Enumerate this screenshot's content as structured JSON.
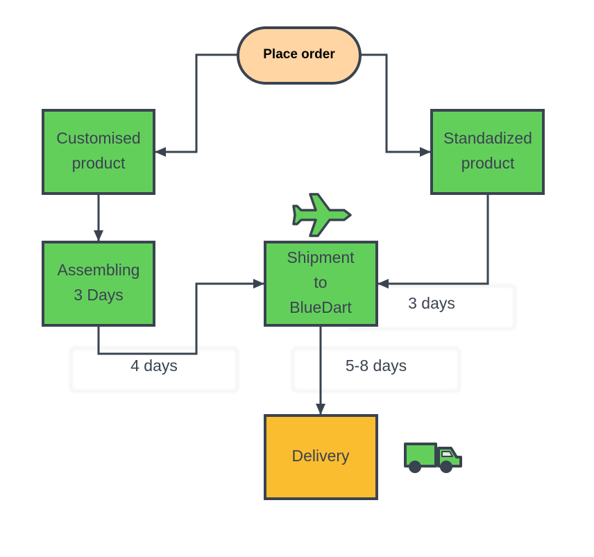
{
  "colors": {
    "process": "#63cf5b",
    "start": "#ffd5a3",
    "end": "#fbbd30",
    "stroke": "#3a4350"
  },
  "nodes": {
    "place_order": "Place order",
    "customised": [
      "Customised",
      "product"
    ],
    "standardized": [
      "Standadized",
      "product"
    ],
    "assembling": [
      "Assembling",
      "3 Days"
    ],
    "shipment": [
      "Shipment",
      "to",
      "BlueDart"
    ],
    "delivery": "Delivery"
  },
  "edge_labels": {
    "four_days": "4 days",
    "three_days": "3 days",
    "five_eight_days": "5-8 days"
  },
  "icons": [
    "airplane-icon",
    "truck-icon"
  ]
}
